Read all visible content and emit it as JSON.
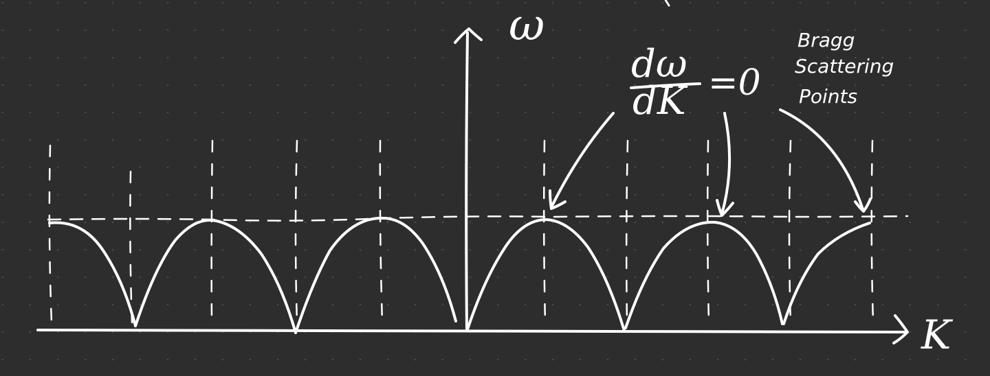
{
  "canvas": {
    "background": "#2d2d2d",
    "grid_dot_color": "#4a4a4a",
    "ink_color": "#ffffff"
  },
  "labels": {
    "omega_axis": "ω",
    "k_axis": "K",
    "derivative_numerator": "dω",
    "derivative_denominator": "dK",
    "derivative_equals": "=0",
    "annotation_line1": "Bragg",
    "annotation_line2": "Scattering",
    "annotation_line3": "Points"
  }
}
